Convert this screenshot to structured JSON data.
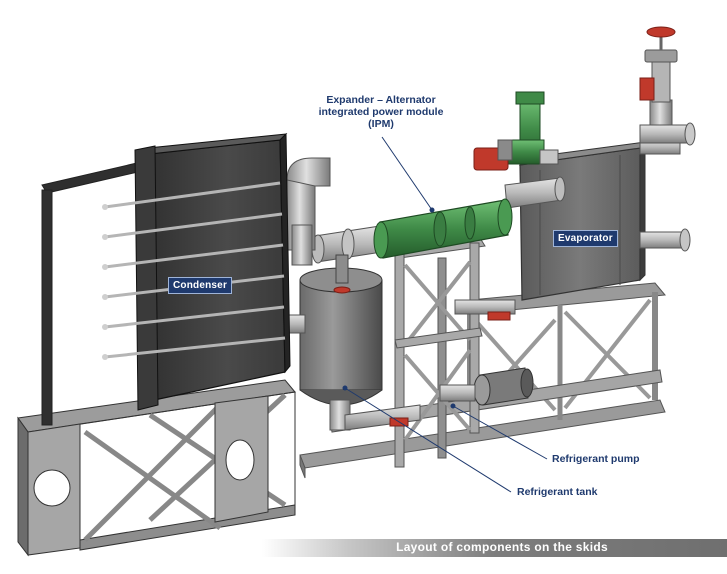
{
  "labels": {
    "condenser": "Condenser",
    "evaporator": "Evaporator",
    "ipm_line1": "Expander – Alternator",
    "ipm_line2": "integrated power module",
    "ipm_line3": "(IPM)",
    "refrigerant_pump": "Refrigerant pump",
    "refrigerant_tank": "Refrigerant tank"
  },
  "caption": "Layout of components on the skids",
  "colors": {
    "label_bg": "#1f3a6e",
    "callout_text": "#1f3a6e",
    "frame_grey": "#8a8a8a",
    "dark_plate": "#3d3d3d",
    "ipm_green": "#3f8a47",
    "valve_red": "#c0392b",
    "caption_bar": "#6f6f6f"
  }
}
